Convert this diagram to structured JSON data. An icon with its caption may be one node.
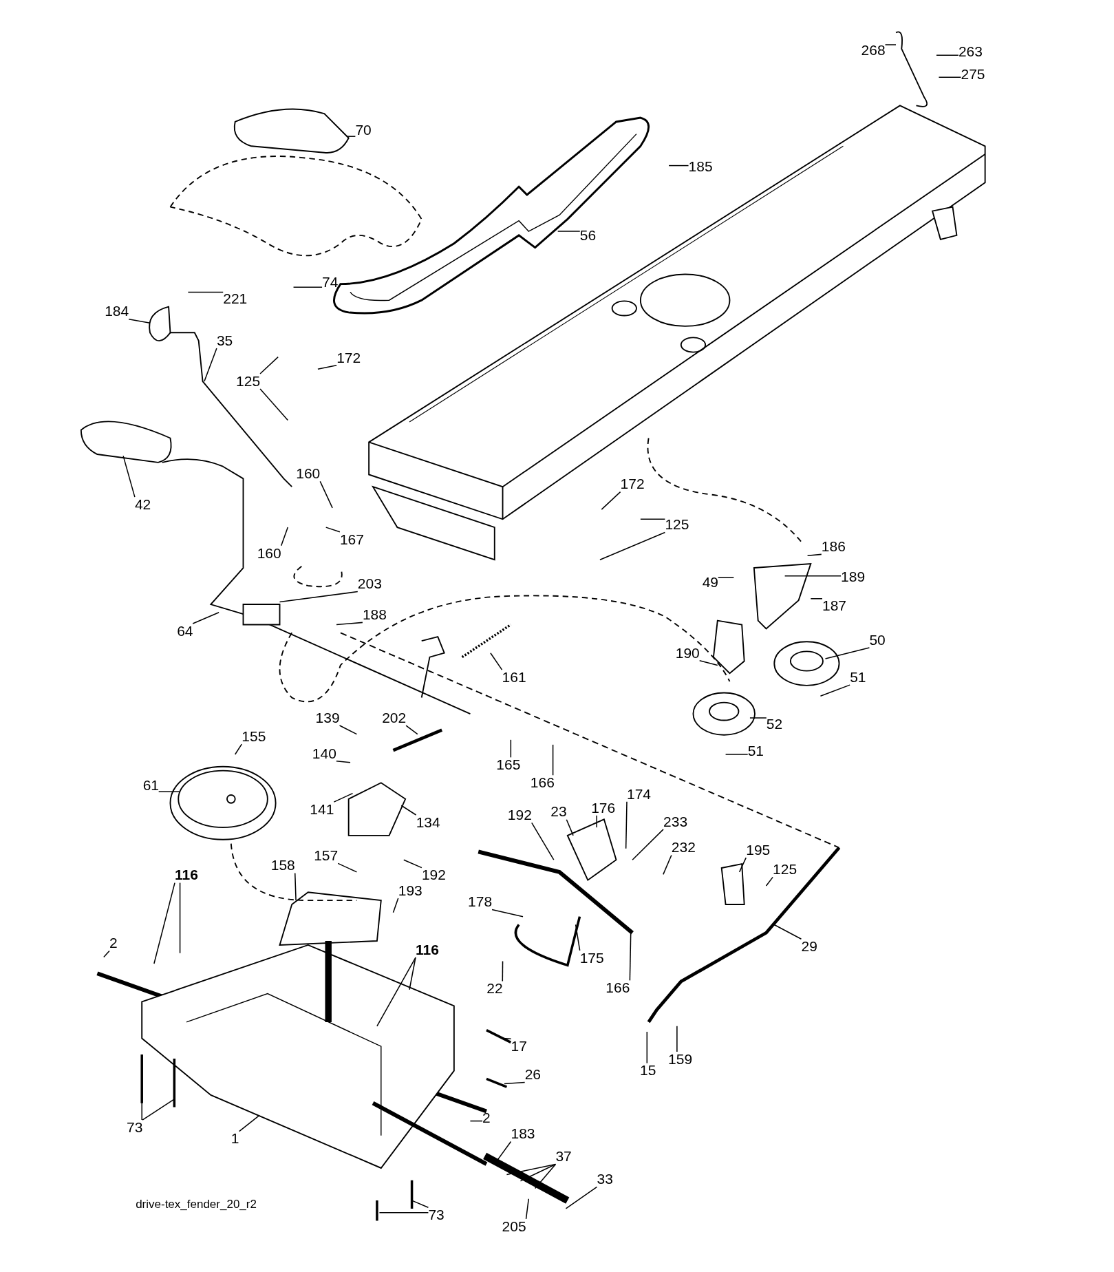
{
  "diagram": {
    "caption": "drive-tex_fender_20_r2",
    "nodes": [
      {
        "text": [
          "268"
        ]
      },
      {
        "text": [
          "263"
        ]
      },
      {
        "text": [
          "275"
        ]
      },
      {
        "text": [
          "70"
        ]
      },
      {
        "text": [
          "185"
        ]
      },
      {
        "text": [
          "56"
        ]
      },
      {
        "text": [
          "74"
        ]
      },
      {
        "text": [
          "221"
        ]
      },
      {
        "text": [
          "184"
        ]
      },
      {
        "text": [
          "35"
        ]
      },
      {
        "text": [
          "172"
        ]
      },
      {
        "text": [
          "125"
        ]
      },
      {
        "text": [
          "42"
        ]
      },
      {
        "text": [
          "160"
        ]
      },
      {
        "text": [
          "167"
        ]
      },
      {
        "text": [
          "160"
        ]
      },
      {
        "text": [
          "172"
        ]
      },
      {
        "text": [
          "125"
        ]
      },
      {
        "text": [
          "186"
        ]
      },
      {
        "text": [
          "49"
        ]
      },
      {
        "text": [
          "189"
        ]
      },
      {
        "text": [
          "203"
        ]
      },
      {
        "text": [
          "187"
        ]
      },
      {
        "text": [
          "64"
        ]
      },
      {
        "text": [
          "188"
        ]
      },
      {
        "text": [
          "50"
        ]
      },
      {
        "text": [
          "190"
        ]
      },
      {
        "text": [
          "161"
        ]
      },
      {
        "text": [
          "51"
        ]
      },
      {
        "text": [
          "139"
        ]
      },
      {
        "text": [
          "202"
        ]
      },
      {
        "text": [
          "155"
        ]
      },
      {
        "text": [
          "52"
        ]
      },
      {
        "text": [
          "165"
        ]
      },
      {
        "text": [
          "140"
        ]
      },
      {
        "text": [
          "166"
        ]
      },
      {
        "text": [
          "51"
        ]
      },
      {
        "text": [
          "61"
        ]
      },
      {
        "text": [
          "174"
        ]
      },
      {
        "text": [
          "176"
        ]
      },
      {
        "text": [
          "23"
        ]
      },
      {
        "text": [
          "141"
        ]
      },
      {
        "text": [
          "134"
        ]
      },
      {
        "text": [
          "192"
        ]
      },
      {
        "text": [
          "233"
        ]
      },
      {
        "text": [
          "232"
        ]
      },
      {
        "text": [
          "157"
        ]
      },
      {
        "text": [
          "192"
        ]
      },
      {
        "text": [
          "195"
        ]
      },
      {
        "text": [
          "116"
        ]
      },
      {
        "text": [
          "158"
        ]
      },
      {
        "text": [
          "125"
        ]
      },
      {
        "text": [
          "193"
        ]
      },
      {
        "text": [
          "178"
        ]
      },
      {
        "text": [
          "29"
        ]
      },
      {
        "text": [
          "2"
        ]
      },
      {
        "text": [
          "175"
        ]
      },
      {
        "text": [
          "116"
        ]
      },
      {
        "text": [
          "22"
        ]
      },
      {
        "text": [
          "166"
        ]
      },
      {
        "text": [
          "17"
        ]
      },
      {
        "text": [
          "15"
        ]
      },
      {
        "text": [
          "159"
        ]
      },
      {
        "text": [
          "26"
        ]
      },
      {
        "text": [
          "73"
        ]
      },
      {
        "text": [
          "2"
        ]
      },
      {
        "text": [
          "1"
        ]
      },
      {
        "text": [
          "183"
        ]
      },
      {
        "text": [
          "37"
        ]
      },
      {
        "text": [
          "33"
        ]
      },
      {
        "text": [
          "73"
        ]
      },
      {
        "text": [
          "205"
        ]
      }
    ],
    "edges": [
      {
        "from": 0,
        "to": null,
        "arrow": "none"
      },
      {
        "from": 1,
        "to": null,
        "arrow": "none"
      },
      {
        "from": 2,
        "to": null,
        "arrow": "none"
      },
      {
        "from": 3,
        "to": null,
        "arrow": "none"
      },
      {
        "from": 4,
        "to": null,
        "arrow": "none"
      },
      {
        "from": 5,
        "to": null,
        "arrow": "none"
      },
      {
        "from": 6,
        "to": null,
        "arrow": "none"
      },
      {
        "from": 7,
        "to": null,
        "arrow": "none"
      },
      {
        "from": 8,
        "to": null,
        "arrow": "none"
      },
      {
        "from": 9,
        "to": null,
        "arrow": "none"
      },
      {
        "from": 10,
        "to": null,
        "arrow": "none"
      },
      {
        "from": 11,
        "to": null,
        "arrow": "none"
      },
      {
        "from": 11,
        "to": null,
        "arrow": "none"
      },
      {
        "from": 12,
        "to": null,
        "arrow": "none"
      },
      {
        "from": 13,
        "to": null,
        "arrow": "none"
      },
      {
        "from": 14,
        "to": null,
        "arrow": "none"
      },
      {
        "from": 15,
        "to": null,
        "arrow": "none"
      },
      {
        "from": 16,
        "to": null,
        "arrow": "none"
      },
      {
        "from": 17,
        "to": null,
        "arrow": "none"
      },
      {
        "from": 17,
        "to": null,
        "arrow": "none"
      },
      {
        "from": 18,
        "to": null,
        "arrow": "none"
      },
      {
        "from": 19,
        "to": null,
        "arrow": "none"
      },
      {
        "from": 20,
        "to": null,
        "arrow": "none"
      },
      {
        "from": 21,
        "to": null,
        "arrow": "none"
      },
      {
        "from": 22,
        "to": null,
        "arrow": "none"
      },
      {
        "from": 23,
        "to": null,
        "arrow": "none"
      },
      {
        "from": 24,
        "to": null,
        "arrow": "none"
      },
      {
        "from": 25,
        "to": null,
        "arrow": "none"
      },
      {
        "from": 26,
        "to": null,
        "arrow": "none"
      },
      {
        "from": 27,
        "to": null,
        "arrow": "none"
      },
      {
        "from": 28,
        "to": null,
        "arrow": "none"
      },
      {
        "from": 29,
        "to": null,
        "arrow": "none"
      },
      {
        "from": 30,
        "to": null,
        "arrow": "none"
      },
      {
        "from": 31,
        "to": null,
        "arrow": "none"
      },
      {
        "from": 32,
        "to": null,
        "arrow": "none"
      },
      {
        "from": 33,
        "to": null,
        "arrow": "none"
      },
      {
        "from": 34,
        "to": null,
        "arrow": "none"
      },
      {
        "from": 35,
        "to": null,
        "arrow": "none"
      },
      {
        "from": 36,
        "to": null,
        "arrow": "none"
      },
      {
        "from": 37,
        "to": null,
        "arrow": "none"
      },
      {
        "from": 38,
        "to": null,
        "arrow": "none"
      },
      {
        "from": 39,
        "to": null,
        "arrow": "none"
      },
      {
        "from": 40,
        "to": null,
        "arrow": "none"
      },
      {
        "from": 41,
        "to": null,
        "arrow": "none"
      },
      {
        "from": 42,
        "to": null,
        "arrow": "none"
      },
      {
        "from": 43,
        "to": null,
        "arrow": "none"
      },
      {
        "from": 44,
        "to": null,
        "arrow": "none"
      },
      {
        "from": 45,
        "to": null,
        "arrow": "none"
      },
      {
        "from": 46,
        "to": null,
        "arrow": "none"
      },
      {
        "from": 47,
        "to": null,
        "arrow": "none"
      },
      {
        "from": 48,
        "to": null,
        "arrow": "none"
      },
      {
        "from": 49,
        "to": null,
        "arrow": "none"
      },
      {
        "from": 49,
        "to": null,
        "arrow": "none"
      },
      {
        "from": 50,
        "to": null,
        "arrow": "none"
      },
      {
        "from": 51,
        "to": null,
        "arrow": "none"
      },
      {
        "from": 52,
        "to": null,
        "arrow": "none"
      },
      {
        "from": 53,
        "to": null,
        "arrow": "none"
      },
      {
        "from": 54,
        "to": null,
        "arrow": "none"
      },
      {
        "from": 55,
        "to": null,
        "arrow": "none"
      },
      {
        "from": 56,
        "to": null,
        "arrow": "none"
      },
      {
        "from": 57,
        "to": null,
        "arrow": "none"
      },
      {
        "from": 57,
        "to": null,
        "arrow": "none"
      },
      {
        "from": 58,
        "to": null,
        "arrow": "none"
      },
      {
        "from": 59,
        "to": null,
        "arrow": "none"
      },
      {
        "from": 60,
        "to": null,
        "arrow": "none"
      },
      {
        "from": 61,
        "to": null,
        "arrow": "none"
      },
      {
        "from": 62,
        "to": null,
        "arrow": "none"
      },
      {
        "from": 63,
        "to": null,
        "arrow": "none"
      },
      {
        "from": 64,
        "to": null,
        "arrow": "none"
      },
      {
        "from": 64,
        "to": null,
        "arrow": "none"
      },
      {
        "from": 65,
        "to": null,
        "arrow": "none"
      },
      {
        "from": 66,
        "to": null,
        "arrow": "none"
      },
      {
        "from": 67,
        "to": null,
        "arrow": "none"
      },
      {
        "from": 68,
        "to": null,
        "arrow": "none"
      },
      {
        "from": 68,
        "to": null,
        "arrow": "none"
      },
      {
        "from": 68,
        "to": null,
        "arrow": "none"
      },
      {
        "from": 69,
        "to": null,
        "arrow": "none"
      },
      {
        "from": 70,
        "to": null,
        "arrow": "none"
      },
      {
        "from": 70,
        "to": null,
        "arrow": "none"
      },
      {
        "from": 71,
        "to": null,
        "arrow": "none"
      }
    ]
  }
}
